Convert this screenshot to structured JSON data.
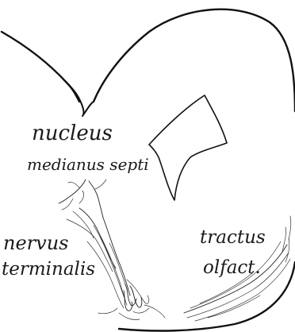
{
  "labels": {
    "nucleus": "nucleus",
    "medianus_septi": "medianus septi",
    "nervus": "nervus",
    "terminalis": "terminalis",
    "tractus": "tractus",
    "olfact": "olfact."
  }
}
